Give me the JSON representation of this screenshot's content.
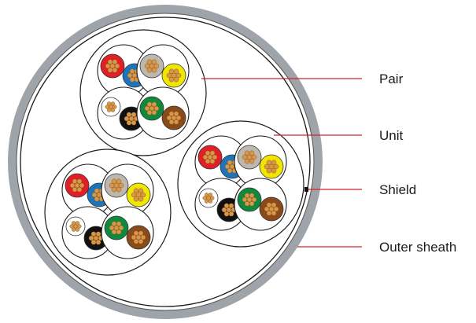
{
  "labels": {
    "pair": "Pair",
    "unit": "Unit",
    "shield": "Shield",
    "outer_sheath": "Outer sheath"
  },
  "colors": {
    "sheath": "#9ea4a9",
    "leader": "#d1232a",
    "red": "#e11f26",
    "blue": "#1c75bc",
    "grey": "#bdb8ad",
    "yellow": "#f2e500",
    "white": "#ffffff",
    "black": "#111111",
    "green": "#0f8a3c",
    "brown": "#8b4a1a",
    "copper": "#d9974a"
  }
}
